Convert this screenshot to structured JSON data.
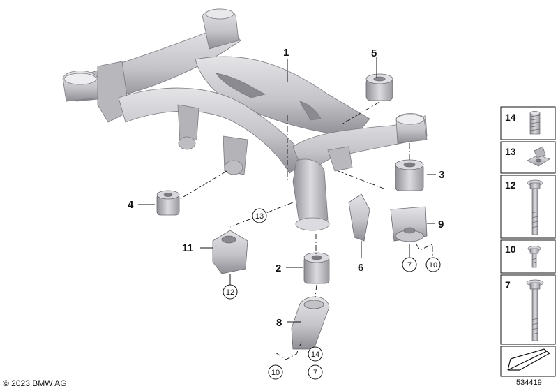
{
  "callouts": {
    "c1": "1",
    "c2": "2",
    "c3": "3",
    "c4": "4",
    "c5": "5",
    "c6": "6",
    "c8": "8",
    "c9": "9",
    "c11": "11"
  },
  "ref_circles": {
    "r13": "13",
    "r12": "12",
    "r7a": "7",
    "r10a": "10",
    "r14": "14",
    "r10b": "10",
    "r7b": "7"
  },
  "side_panel": {
    "items": [
      "14",
      "13",
      "12",
      "10",
      "7"
    ]
  },
  "footer": {
    "copyright": "© 2023 BMW AG",
    "diagram_id": "534419"
  },
  "colors": {
    "part_fill": "#cfcfd3",
    "part_shade": "#a9a9ae",
    "part_dark": "#6f6f74",
    "line": "#111111"
  }
}
